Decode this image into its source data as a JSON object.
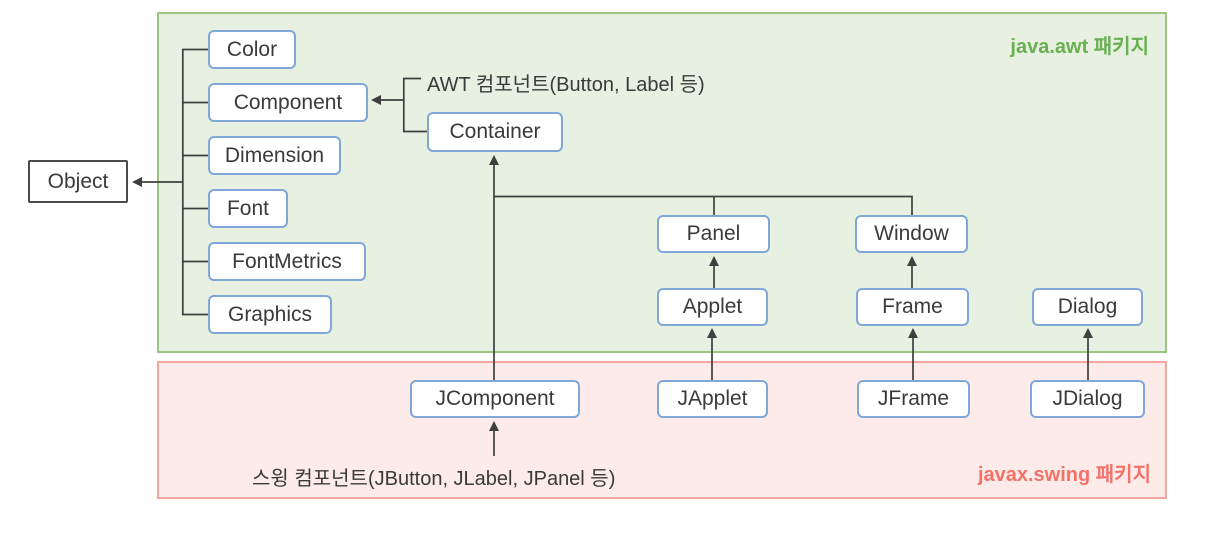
{
  "regions": {
    "awt": {
      "label": "java.awt 패키지",
      "fill": "#e8f0e1",
      "border": "#9cc480",
      "label_color": "#68b052"
    },
    "swing": {
      "label": "javax.swing 패키지",
      "fill": "#fcebe8",
      "border": "#f2a8a1",
      "label_color": "#f4716a"
    }
  },
  "nodes": {
    "object": {
      "label": "Object"
    },
    "color": {
      "label": "Color"
    },
    "component": {
      "label": "Component"
    },
    "dimension": {
      "label": "Dimension"
    },
    "font": {
      "label": "Font"
    },
    "fontmetrics": {
      "label": "FontMetrics"
    },
    "graphics": {
      "label": "Graphics"
    },
    "container": {
      "label": "Container"
    },
    "panel": {
      "label": "Panel"
    },
    "window": {
      "label": "Window"
    },
    "applet": {
      "label": "Applet"
    },
    "frame": {
      "label": "Frame"
    },
    "dialog": {
      "label": "Dialog"
    },
    "jcomponent": {
      "label": "JComponent"
    },
    "japplet": {
      "label": "JApplet"
    },
    "jframe": {
      "label": "JFrame"
    },
    "jdialog": {
      "label": "JDialog"
    }
  },
  "annotations": {
    "awt_components": "AWT 컴포넌트(Button, Label 등)",
    "swing_components": "스윙 컴포넌트(JButton, JLabel, JPanel 등)"
  },
  "edges": [
    {
      "from": "Color",
      "to": "Object"
    },
    {
      "from": "Component",
      "to": "Object"
    },
    {
      "from": "Dimension",
      "to": "Object"
    },
    {
      "from": "Font",
      "to": "Object"
    },
    {
      "from": "FontMetrics",
      "to": "Object"
    },
    {
      "from": "Graphics",
      "to": "Object"
    },
    {
      "from": "Container",
      "to": "Component"
    },
    {
      "from": "AWT 컴포넌트(Button, Label 등)",
      "to": "Component"
    },
    {
      "from": "Panel",
      "to": "Container"
    },
    {
      "from": "Window",
      "to": "Container"
    },
    {
      "from": "Applet",
      "to": "Panel"
    },
    {
      "from": "Frame",
      "to": "Window"
    },
    {
      "from": "JComponent",
      "to": "Container"
    },
    {
      "from": "JApplet",
      "to": "Applet"
    },
    {
      "from": "JFrame",
      "to": "Frame"
    },
    {
      "from": "JDialog",
      "to": "Dialog"
    },
    {
      "from": "스윙 컴포넌트(JButton, JLabel, JPanel 등)",
      "to": "JComponent"
    }
  ],
  "colors": {
    "awt_fill": "#e8f0e1",
    "awt_border": "#9cc480",
    "awt_label": "#68b052",
    "swing_fill": "#fcebe8",
    "swing_border": "#f2a8a1",
    "swing_label": "#f4716a",
    "node_fill": "#ffffff",
    "node_border": "#7fa8d9",
    "object_border": "#4b4b4b",
    "line": "#3f3f3f",
    "text": "#3a3a3a"
  }
}
